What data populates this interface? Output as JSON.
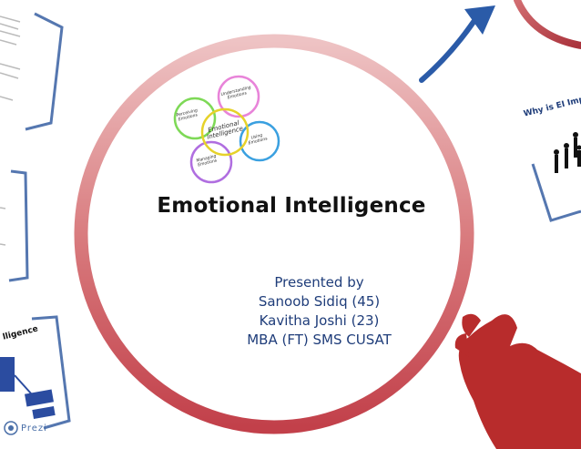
{
  "title": "Emotional Intelligence",
  "presenters": {
    "heading": "Presented by",
    "names": [
      "Sanoob Sidiq (45)",
      "Kavitha Joshi (23)",
      "MBA (FT) SMS CUSAT"
    ]
  },
  "venn": {
    "center": [
      "Emotional",
      "Intelligence"
    ],
    "perceiving": [
      "Perceiving",
      "Emotions"
    ],
    "understanding": [
      "Understanding",
      "Emotions"
    ],
    "using": [
      "Using",
      "Emotions"
    ],
    "managing": [
      "Managing",
      "Emotions"
    ]
  },
  "side_slides": {
    "why_label": "Why is EI Impor",
    "ei_label": "lligence"
  },
  "logo": {
    "text": "Prezi"
  },
  "colors": {
    "ring": "#c9585d",
    "arrow": "#2b5ba8",
    "hand": "#b82c2c",
    "bracket": "#5577b0",
    "presenter_text": "#1f3d7a"
  },
  "icons": [
    "arrow-icon",
    "hand-icon",
    "prezi-logo-icon"
  ]
}
